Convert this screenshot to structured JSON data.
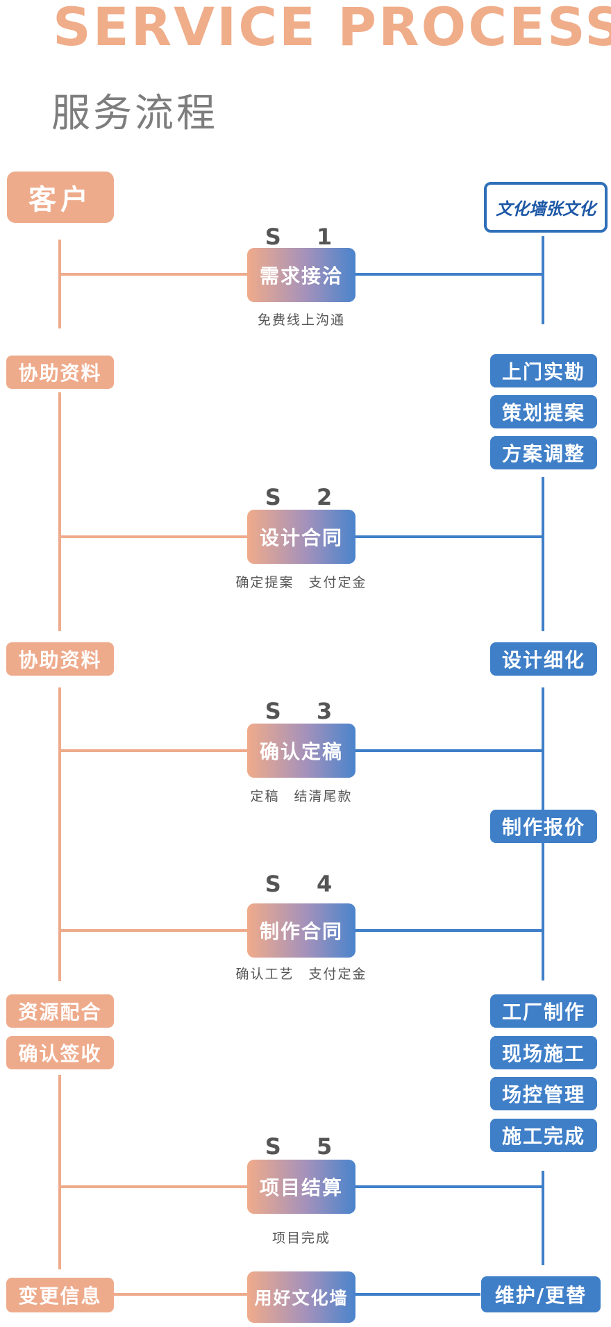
{
  "header": {
    "title_en": "SERVICE PROCESS",
    "title_cn": "服务流程"
  },
  "parties": {
    "customer": "客户",
    "company_logo_text": "文化墙张文化"
  },
  "left_tags": {
    "assist_1": "协助资料",
    "assist_2": "协助资料",
    "resources": "资源配合",
    "confirm_receipt": "确认签收",
    "change_info": "变更信息"
  },
  "right_tags": {
    "site_survey": "上门实勘",
    "planning": "策划提案",
    "adjust": "方案调整",
    "design_detail": "设计细化",
    "quotation": "制作报价",
    "factory": "工厂制作",
    "onsite": "现场施工",
    "site_control": "场控管理",
    "completion": "施工完成",
    "maintenance": "维护/更替"
  },
  "steps": [
    {
      "label": "S 1",
      "title": "需求接洽",
      "sub": "免费线上沟通"
    },
    {
      "label": "S 2",
      "title": "设计合同",
      "sub": "确定提案　支付定金"
    },
    {
      "label": "S 3",
      "title": "确认定稿",
      "sub": "定稿　结清尾款"
    },
    {
      "label": "S 4",
      "title": "制作合同",
      "sub": "确认工艺　支付定金"
    },
    {
      "label": "S 5",
      "title": "项目结算",
      "sub": "项目完成"
    }
  ],
  "final": {
    "title": "用好文化墙"
  },
  "colors": {
    "orange": "#eeab8c",
    "blue": "#3f7fc8",
    "title_en": "#f0ad8a",
    "title_cn": "#7d7d7d"
  }
}
